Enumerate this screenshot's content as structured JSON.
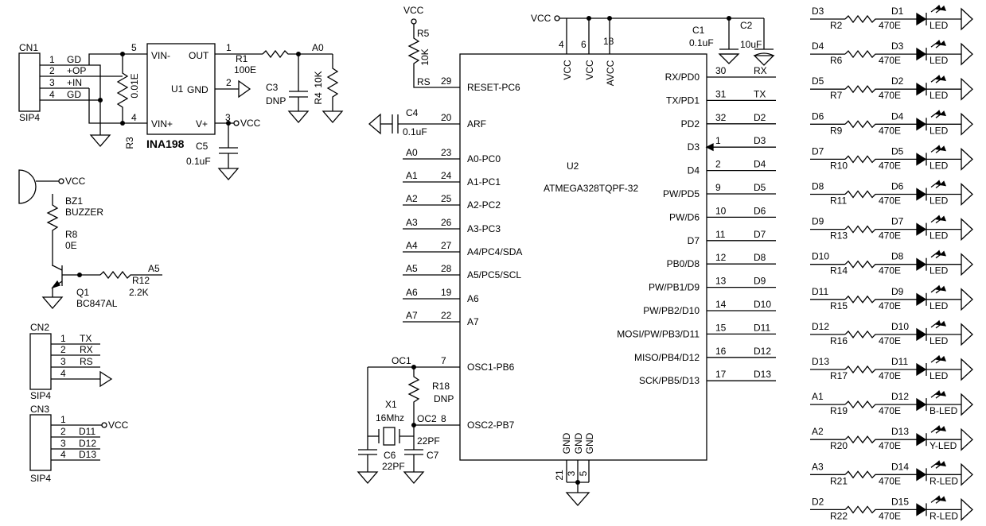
{
  "ina": {
    "cn1": "CN1",
    "sip": "SIP4",
    "pins": [
      "1",
      "2",
      "3",
      "4"
    ],
    "nets": [
      "GD",
      "+OP",
      "+IN",
      "GD"
    ],
    "r3": "R3",
    "r3val": "0.01E",
    "u1": "U1",
    "part": "INA198",
    "p_vinm": "VIN-",
    "p_out": "OUT",
    "p_gnd": "GND",
    "p_vinp": "VIN+",
    "p_vp": "V+",
    "n5": "5",
    "n1": "1",
    "n2": "2",
    "n4": "4",
    "n3": "3",
    "vcc": "VCC",
    "c5": "C5",
    "c5val": "0.1uF",
    "r1": "R1",
    "r1val": "100E",
    "a0": "A0",
    "c3": "C3",
    "c3val": "DNP",
    "r4": "R4",
    "r4val": "10K"
  },
  "buzzer": {
    "vcc": "VCC",
    "bz": "BZ1",
    "bzname": "BUZZER",
    "r8": "R8",
    "r8val": "0E",
    "q1": "Q1",
    "q1part": "BC847AL",
    "r12": "R12",
    "r12val": "2.2K",
    "a5": "A5"
  },
  "cn2": {
    "name": "CN2",
    "sip": "SIP4",
    "pins": [
      "1",
      "2",
      "3",
      "4"
    ],
    "nets": [
      "TX",
      "RX",
      "RS"
    ]
  },
  "cn3": {
    "name": "CN3",
    "sip": "SIP4",
    "pins": [
      "1",
      "2",
      "3",
      "4"
    ],
    "nets": [
      "D11",
      "D12",
      "D13"
    ],
    "vcc": "VCC"
  },
  "mcu": {
    "vcc_top": "VCC",
    "r5": "R5",
    "r5val": "10K",
    "rs": "RS",
    "c1": "C1",
    "c1val": "0.1uF",
    "c2": "C2",
    "c2val": "10uF",
    "c4": "C4",
    "c4val": "0.1uF",
    "u2": "U2",
    "part": "ATMEGA328TQPF-32",
    "top_pins": [
      {
        "num": "4",
        "name": "VCC"
      },
      {
        "num": "6",
        "name": "VCC"
      },
      {
        "num": "18",
        "name": "AVCC"
      }
    ],
    "bottom_pins": [
      {
        "num": "21",
        "name": "GND"
      },
      {
        "num": "3",
        "name": "GND"
      },
      {
        "num": "5",
        "name": "GND"
      }
    ],
    "left_pins": [
      {
        "net": "RS",
        "num": "29",
        "name": "RESET-PC6"
      },
      {
        "net": "",
        "num": "20",
        "name": "ARF"
      },
      {
        "net": "A0",
        "num": "23",
        "name": "A0-PC0"
      },
      {
        "net": "A1",
        "num": "24",
        "name": "A1-PC1"
      },
      {
        "net": "A2",
        "num": "25",
        "name": "A2-PC2"
      },
      {
        "net": "A3",
        "num": "26",
        "name": "A3-PC3"
      },
      {
        "net": "A4",
        "num": "27",
        "name": "A4/PC4/SDA"
      },
      {
        "net": "A5",
        "num": "28",
        "name": "A5/PC5/SCL"
      },
      {
        "net": "A6",
        "num": "19",
        "name": "A6"
      },
      {
        "net": "A7",
        "num": "22",
        "name": "A7"
      },
      {
        "net": "OC1",
        "num": "7",
        "name": "OSC1-PB6"
      },
      {
        "net": "OC2",
        "num": "8",
        "name": "OSC2-PB7"
      }
    ],
    "right_pins": [
      {
        "num": "30",
        "name": "RX/PD0",
        "net": "RX"
      },
      {
        "num": "31",
        "name": "TX/PD1",
        "net": "TX"
      },
      {
        "num": "32",
        "name": "PD2",
        "net": "D2"
      },
      {
        "num": "1",
        "name": "D3",
        "net": "D3"
      },
      {
        "num": "2",
        "name": "D4",
        "net": "D4"
      },
      {
        "num": "9",
        "name": "PW/PD5",
        "net": "D5"
      },
      {
        "num": "10",
        "name": "PW/D6",
        "net": "D6"
      },
      {
        "num": "11",
        "name": "D7",
        "net": "D7"
      },
      {
        "num": "12",
        "name": "PB0/D8",
        "net": "D8"
      },
      {
        "num": "13",
        "name": "PW/PB1/D9",
        "net": "D9"
      },
      {
        "num": "14",
        "name": "PW/PB2/D10",
        "net": "D10"
      },
      {
        "num": "15",
        "name": "MOSI/PW/PB3/D11",
        "net": "D11"
      },
      {
        "num": "16",
        "name": "MISO/PB4/D12",
        "net": "D12"
      },
      {
        "num": "17",
        "name": "SCK/PB5/D13",
        "net": "D13"
      }
    ],
    "r18": "R18",
    "r18val": "DNP",
    "x1": "X1",
    "x1val": "16Mhz",
    "c6": "C6",
    "c6val": "22PF",
    "c7": "C7",
    "c7val": "22PF"
  },
  "leds": [
    {
      "net": "D3",
      "r": "R2",
      "rv": "470E",
      "d": "D1",
      "lbl": "LED"
    },
    {
      "net": "D4",
      "r": "R6",
      "rv": "470E",
      "d": "D3",
      "lbl": "LED"
    },
    {
      "net": "D5",
      "r": "R7",
      "rv": "470E",
      "d": "D2",
      "lbl": "LED"
    },
    {
      "net": "D6",
      "r": "R9",
      "rv": "470E",
      "d": "D4",
      "lbl": "LED"
    },
    {
      "net": "D7",
      "r": "R10",
      "rv": "470E",
      "d": "D5",
      "lbl": "LED"
    },
    {
      "net": "D8",
      "r": "R11",
      "rv": "470E",
      "d": "D6",
      "lbl": "LED"
    },
    {
      "net": "D9",
      "r": "R13",
      "rv": "470E",
      "d": "D7",
      "lbl": "LED"
    },
    {
      "net": "D10",
      "r": "R14",
      "rv": "470E",
      "d": "D8",
      "lbl": "LED"
    },
    {
      "net": "D11",
      "r": "R15",
      "rv": "470E",
      "d": "D9",
      "lbl": "LED"
    },
    {
      "net": "D12",
      "r": "R16",
      "rv": "470E",
      "d": "D10",
      "lbl": "LED"
    },
    {
      "net": "D13",
      "r": "R17",
      "rv": "470E",
      "d": "D11",
      "lbl": "LED"
    },
    {
      "net": "A1",
      "r": "R19",
      "rv": "470E",
      "d": "D12",
      "lbl": "B-LED"
    },
    {
      "net": "A2",
      "r": "R20",
      "rv": "470E",
      "d": "D13",
      "lbl": "Y-LED"
    },
    {
      "net": "A3",
      "r": "R21",
      "rv": "470E",
      "d": "D14",
      "lbl": "R-LED"
    },
    {
      "net": "D2",
      "r": "R22",
      "rv": "470E",
      "d": "D15",
      "lbl": "R-LED"
    }
  ]
}
